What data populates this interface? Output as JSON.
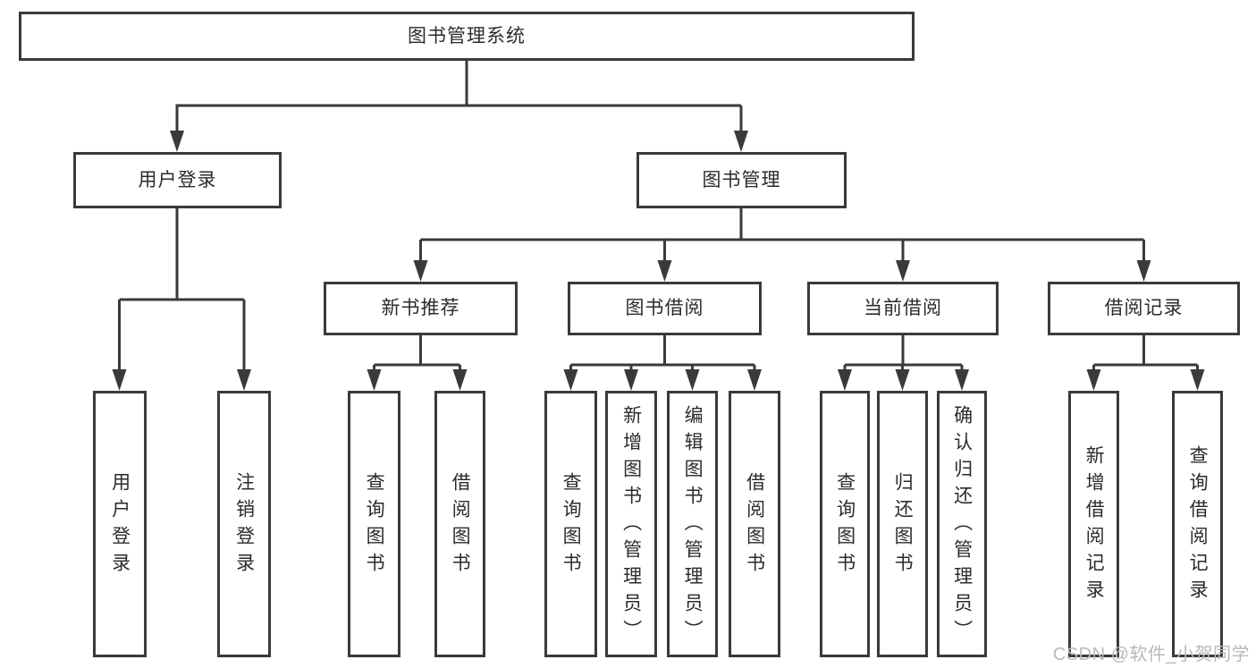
{
  "diagram_type": "hierarchy-tree",
  "colors": {
    "line": "#3a3a3a",
    "box_border": "#3a3a3a",
    "text": "#2b2b2b",
    "background": "#ffffff",
    "watermark": "#b9b9be"
  },
  "watermark": {
    "text": "CSDN @软件_小贺同学"
  },
  "tree": {
    "label": "图书管理系统",
    "children": [
      {
        "label": "用户登录",
        "children": [
          {
            "label": "用户登录"
          },
          {
            "label": "注销登录"
          }
        ]
      },
      {
        "label": "图书管理",
        "children": [
          {
            "label": "新书推荐",
            "children": [
              {
                "label": "查询图书"
              },
              {
                "label": "借阅图书"
              }
            ]
          },
          {
            "label": "图书借阅",
            "children": [
              {
                "label": "查询图书"
              },
              {
                "label": "新增图书（管理员）"
              },
              {
                "label": "编辑图书（管理员）"
              },
              {
                "label": "借阅图书"
              }
            ]
          },
          {
            "label": "当前借阅",
            "children": [
              {
                "label": "查询图书"
              },
              {
                "label": "归还图书"
              },
              {
                "label": "确认归还（管理员）"
              }
            ]
          },
          {
            "label": "借阅记录",
            "children": [
              {
                "label": "新增借阅记录"
              },
              {
                "label": "查询借阅记录"
              }
            ]
          }
        ]
      }
    ]
  }
}
